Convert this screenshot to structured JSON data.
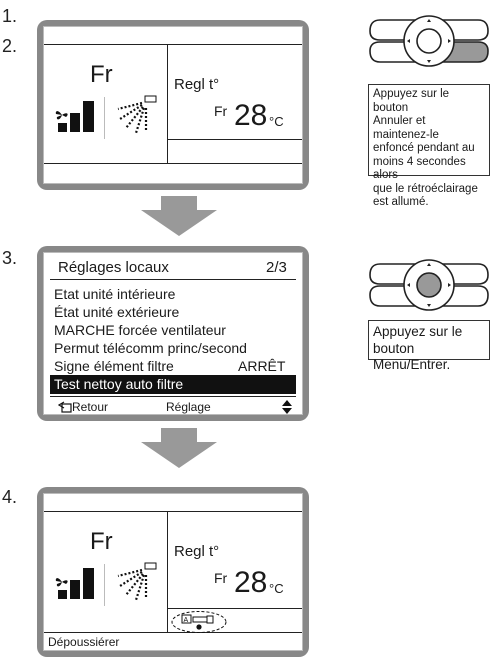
{
  "steps": {
    "s1": "1.",
    "s2": "2.",
    "s3": "3.",
    "s4": "4."
  },
  "screen1": {
    "mode": "Fr",
    "setpoint_label": "Regl t°",
    "setpoint_mode": "Fr",
    "temperature": "28",
    "unit": "°C",
    "fan_icon": "fan-icon",
    "airflow_icon": "airflow-swing-icon"
  },
  "callout1": "Appuyez sur le bouton\nAnnuler et maintenez-le\nenfoncé pendant au\nmoins 4 secondes alors\nque le rétroéclairage\nest allumé.",
  "menu": {
    "title": "Réglages locaux",
    "page": "2/3",
    "items": [
      {
        "label": "Etat unité intérieure",
        "value": ""
      },
      {
        "label": "État unité extérieure",
        "value": ""
      },
      {
        "label": "MARCHE forcée ventilateur",
        "value": ""
      },
      {
        "label": "Permut télécomm princ/second",
        "value": ""
      },
      {
        "label": "Signe élément filtre",
        "value": "ARRÊT"
      },
      {
        "label": "Test nettoy auto filtre",
        "value": ""
      }
    ],
    "footer_back": "Retour",
    "footer_setting": "Réglage"
  },
  "callout2": "Appuyez sur le\nbouton Menu/Entrer.",
  "screen4": {
    "mode": "Fr",
    "setpoint_label": "Regl t°",
    "setpoint_mode": "Fr",
    "temperature": "28",
    "unit": "°C",
    "status": "Dépoussiérer",
    "filter_icon": "auto-filter-cleaning-icon"
  },
  "colors": {
    "casing": "#888888",
    "highlight": "#111111",
    "arrow": "#999999",
    "button_gray": "#999999"
  }
}
